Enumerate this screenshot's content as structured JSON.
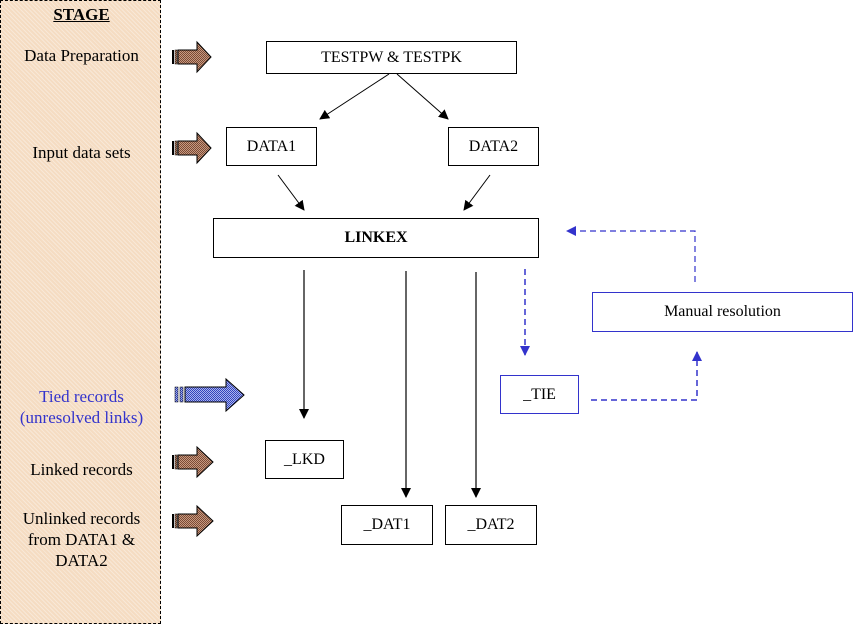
{
  "stage_panel": {
    "title": "STAGE",
    "stages": [
      {
        "label": "Data Preparation",
        "arrow_color": "brown"
      },
      {
        "label": "Input data sets",
        "arrow_color": "brown"
      },
      {
        "label": "Tied records (unresolved links)",
        "label_line1": "Tied records",
        "label_line2": "(unresolved links)",
        "arrow_color": "blue"
      },
      {
        "label": "Linked records",
        "arrow_color": "brown"
      },
      {
        "label": "Unlinked records from DATA1 & DATA2",
        "label_line1": "Unlinked records",
        "label_line2": "from DATA1 &",
        "label_line3": "DATA2",
        "arrow_color": "brown"
      }
    ]
  },
  "nodes": {
    "testpw": "TESTPW & TESTPK",
    "data1": "DATA1",
    "data2": "DATA2",
    "linkex": "LINKEX",
    "manual": "Manual resolution",
    "tie": "_TIE",
    "lkd": "_LKD",
    "dat1": "_DAT1",
    "dat2": "_DAT2"
  },
  "edges": [
    {
      "from": "testpw",
      "to": "data1",
      "style": "solid"
    },
    {
      "from": "testpw",
      "to": "data2",
      "style": "solid"
    },
    {
      "from": "data1",
      "to": "linkex",
      "style": "solid"
    },
    {
      "from": "data2",
      "to": "linkex",
      "style": "solid"
    },
    {
      "from": "linkex",
      "to": "lkd",
      "style": "solid"
    },
    {
      "from": "linkex",
      "to": "dat1",
      "style": "solid"
    },
    {
      "from": "linkex",
      "to": "dat2",
      "style": "solid"
    },
    {
      "from": "linkex",
      "to": "tie",
      "style": "dashed"
    },
    {
      "from": "tie",
      "to": "manual",
      "style": "dashed"
    },
    {
      "from": "manual",
      "to": "linkex",
      "style": "dashed"
    }
  ],
  "colors": {
    "brown_arrow": "#a0705a",
    "blue_arrow": "#5566cc",
    "blue_accent": "#3333cc",
    "stage_bg": "#f5dcc2"
  }
}
